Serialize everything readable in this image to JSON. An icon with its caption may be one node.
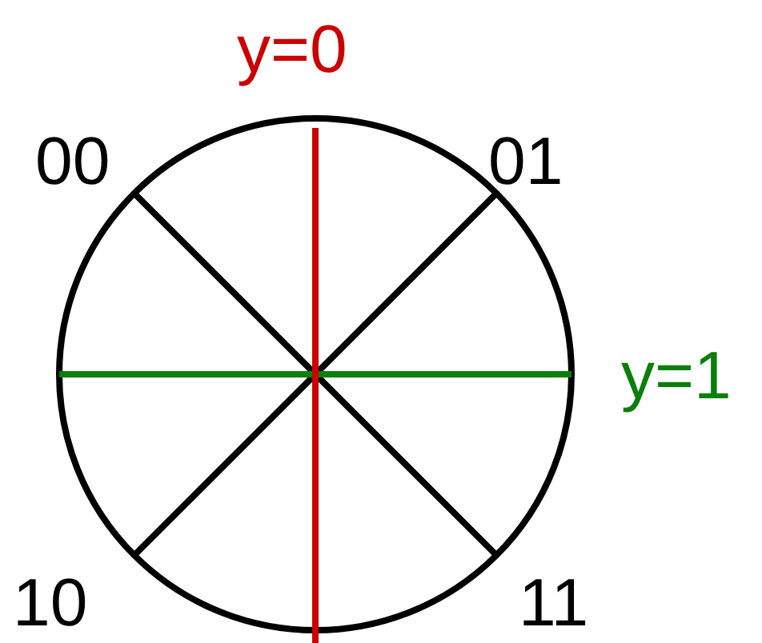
{
  "diagram": {
    "labels": [
      "y=0",
      "00",
      "01",
      "y=1",
      "10",
      "11"
    ]
  }
}
